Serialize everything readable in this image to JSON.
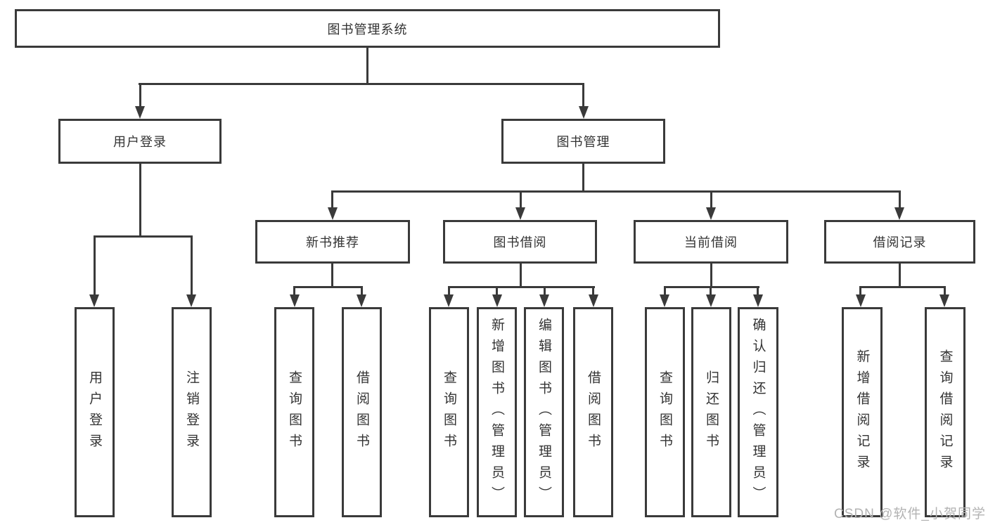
{
  "diagram_type": "hierarchy-tree",
  "colors": {
    "line": "#3a3a3a",
    "box_border": "#3a3a3a",
    "text": "#333333",
    "background": "#ffffff",
    "watermark": "#b3b3b3"
  },
  "tree": {
    "label": "图书管理系统",
    "children": [
      {
        "label": "用户登录",
        "children": [
          {
            "label": "用户登录"
          },
          {
            "label": "注销登录"
          }
        ]
      },
      {
        "label": "图书管理",
        "children": [
          {
            "label": "新书推荐",
            "children": [
              {
                "label": "查询图书"
              },
              {
                "label": "借阅图书"
              }
            ]
          },
          {
            "label": "图书借阅",
            "children": [
              {
                "label": "查询图书"
              },
              {
                "label": "新增图书（管理员）"
              },
              {
                "label": "编辑图书（管理员）"
              },
              {
                "label": "借阅图书"
              }
            ]
          },
          {
            "label": "当前借阅",
            "children": [
              {
                "label": "查询图书"
              },
              {
                "label": "归还图书"
              },
              {
                "label": "确认归还（管理员）"
              }
            ]
          },
          {
            "label": "借阅记录",
            "children": [
              {
                "label": "新增借阅记录"
              },
              {
                "label": "查询借阅记录"
              }
            ]
          }
        ]
      }
    ]
  },
  "watermark": {
    "text": "CSDN @软件_小贺同学"
  }
}
